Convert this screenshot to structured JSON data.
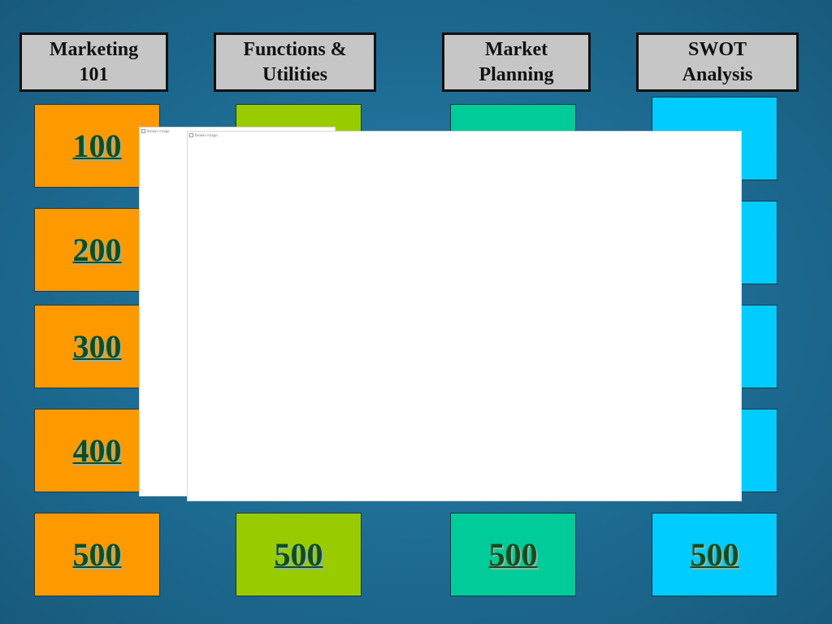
{
  "categories": [
    {
      "line1": "Marketing",
      "line2": "101"
    },
    {
      "line1": "Functions &",
      "line2": "Utilities"
    },
    {
      "line1": "Market",
      "line2": "Planning"
    },
    {
      "line1": "SWOT",
      "line2": "Analysis"
    }
  ],
  "tiles": {
    "col1": [
      "100",
      "200",
      "300",
      "400",
      "500"
    ],
    "col2": [
      "500"
    ],
    "col3": [
      "500"
    ],
    "col4": [
      "500"
    ]
  },
  "overlays": {
    "back_image_label": "Broken image",
    "front_image_label": "Broken image"
  },
  "colors": {
    "marketing": "#ff9900",
    "functions": "#99cc00",
    "planning": "#00cc99",
    "swot": "#00ccff"
  }
}
